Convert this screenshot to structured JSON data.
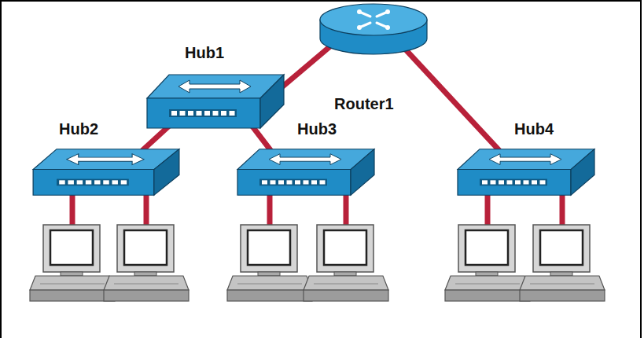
{
  "diagram": {
    "nodes": [
      {
        "text": [
          "Hub1"
        ]
      },
      {
        "text": [
          "Router1"
        ]
      },
      {
        "text": [
          "Hub2"
        ]
      },
      {
        "text": [
          "Hub3"
        ]
      },
      {
        "text": [
          "Hub4"
        ]
      }
    ],
    "edges": [
      {
        "from": 0,
        "to": 1,
        "arrow": "none"
      },
      {
        "from": 0,
        "to": 2,
        "arrow": "none"
      },
      {
        "from": 0,
        "to": 3,
        "arrow": "none"
      },
      {
        "from": 1,
        "to": 4,
        "arrow": "none"
      }
    ]
  }
}
